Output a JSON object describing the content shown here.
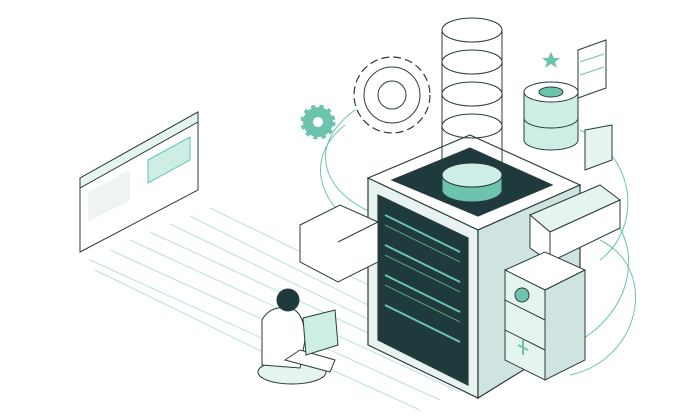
{
  "colors": {
    "teal": "#6cc4ae",
    "teal_light": "#cdeee5",
    "dark": "#1f3a3d",
    "outline": "#2b3b3d",
    "line_light": "#9fd8c8"
  },
  "scene": {
    "icons": [
      "server-rack",
      "database-cylinder",
      "gear",
      "browser-window",
      "person-with-laptop",
      "storage-unit"
    ]
  }
}
